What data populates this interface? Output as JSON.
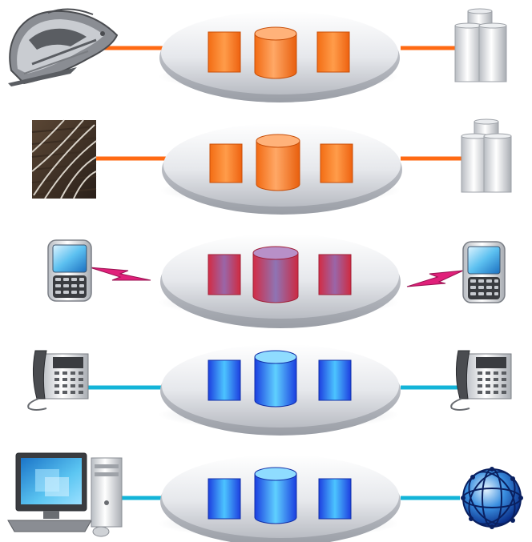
{
  "rows": [
    {
      "id": "train",
      "left": "train-icon",
      "right": "storage-cluster-icon",
      "link": "wired",
      "link_color": "#ff6a13",
      "theme": "orange"
    },
    {
      "id": "rail",
      "left": "railway-tracks-icon",
      "right": "storage-cluster-icon",
      "link": "wired",
      "link_color": "#ff6a13",
      "theme": "orange"
    },
    {
      "id": "mobile",
      "left": "smartphone-icon",
      "right": "smartphone-icon",
      "link": "wireless",
      "link_color": "#e0207a",
      "theme": "magenta"
    },
    {
      "id": "phone",
      "left": "desk-phone-icon",
      "right": "desk-phone-icon",
      "link": "wired",
      "link_color": "#13b4d8",
      "theme": "blue"
    },
    {
      "id": "pc",
      "left": "desktop-computer-icon",
      "right": "globe-icon",
      "link": "wired",
      "link_color": "#13b4d8",
      "theme": "blue"
    }
  ],
  "colors": {
    "orange_light": "#ffb070",
    "orange_dark": "#f06a10",
    "magenta_light": "#c06a9a",
    "magenta_dark": "#c8324a",
    "blue_light": "#63c9ff",
    "blue_dark": "#1a47e0",
    "platform_light": "#ffffff",
    "platform_dark": "#c9ccd2"
  }
}
